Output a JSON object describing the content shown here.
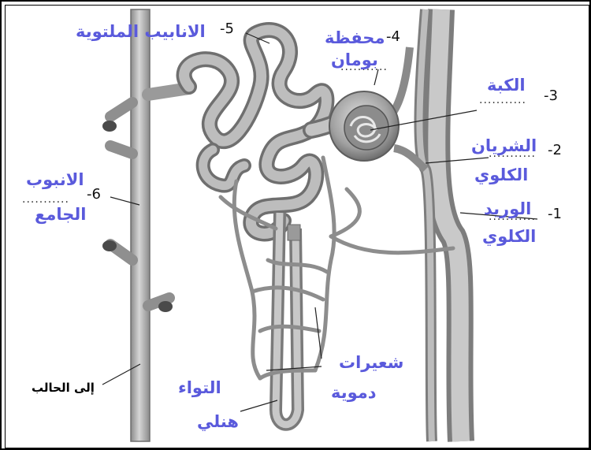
{
  "labels": {
    "n1": "-1",
    "n2": "-2",
    "n3": "-3",
    "n4": "-4",
    "n5": "-5",
    "n6": "-6",
    "renal_vein_line1": "الوريد",
    "renal_vein_line2": "الكلوي",
    "renal_artery_line1": "الشريان",
    "renal_artery_line2": "الكلوي",
    "glomerulus": "الكبة",
    "bowman_line1": "محفظة",
    "bowman_line2": "بومان",
    "convoluted_tubules": "الانابيب الملتوية",
    "collecting_duct_line1": "الانبوب",
    "collecting_duct_line2": "الجامع",
    "capillaries_line1": "شعيرات",
    "capillaries_line2": "دموية",
    "loop_line1": "التواء",
    "loop_line2": "هنلي",
    "to_ureter": "إلى الحالب"
  },
  "dots": "...........",
  "colors": {
    "label_blue": "#5a5adc",
    "tissue_gray": "#a9a9a9",
    "tissue_dark": "#7a7a7a"
  }
}
